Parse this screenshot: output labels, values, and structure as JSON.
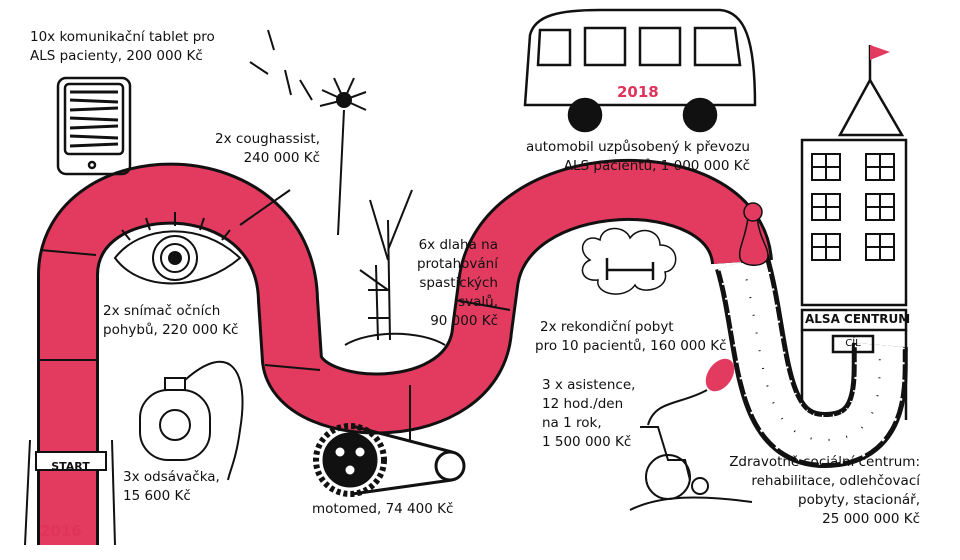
{
  "colors": {
    "road": "#e23b5f",
    "year": "#e0335a",
    "ink": "#111111"
  },
  "years": {
    "start": "2016",
    "van": "2018"
  },
  "signs": {
    "start": "START",
    "building": "ALSA CENTRUM",
    "goal": "CÍL"
  },
  "items": [
    {
      "id": "tablet",
      "lines": [
        "10x komunikační tablet pro",
        "ALS pacienty, 200 000 Kč"
      ],
      "icon": "tablet-icon"
    },
    {
      "id": "coughassist",
      "lines": [
        "2x coughassist,",
        "240 000 Kč"
      ],
      "icon": "dandelion-icon"
    },
    {
      "id": "eye",
      "lines": [
        "2x snímač očních",
        "pohybů, 220 000 Kč"
      ],
      "icon": "eye-icon"
    },
    {
      "id": "suction",
      "lines": [
        "3x odsávačka,",
        "15 600 Kč"
      ],
      "icon": "suction-device-icon"
    },
    {
      "id": "motomed",
      "lines": [
        "motomed, 74 400 Kč"
      ],
      "icon": "chain-gear-icon"
    },
    {
      "id": "splint",
      "lines": [
        "6x dlaha na",
        "protahování",
        "spastických",
        "svalů,",
        "90 000 Kč"
      ],
      "icon": "tree-splint-icon"
    },
    {
      "id": "van",
      "lines": [
        "automobil uzpůsobený k převozu",
        "ALS pacientů, 1 000 000 Kč"
      ],
      "icon": "van-icon"
    },
    {
      "id": "stay",
      "lines": [
        "2x rekondiční pobyt",
        "pro 10 pacientů, 160 000 Kč"
      ],
      "icon": "cloud-bed-icon"
    },
    {
      "id": "assist",
      "lines": [
        "3 x asistence,",
        "12 hod./den",
        "na 1 rok,",
        "1 500 000 Kč"
      ],
      "icon": "wheelchair-balloon-icon"
    },
    {
      "id": "centre",
      "lines": [
        "Zdravotně sociální centrum:",
        "rehabilitace, odlehčovací",
        "pobyty, stacionář,",
        "25 000 000 Kč"
      ],
      "icon": "building-icon"
    }
  ]
}
